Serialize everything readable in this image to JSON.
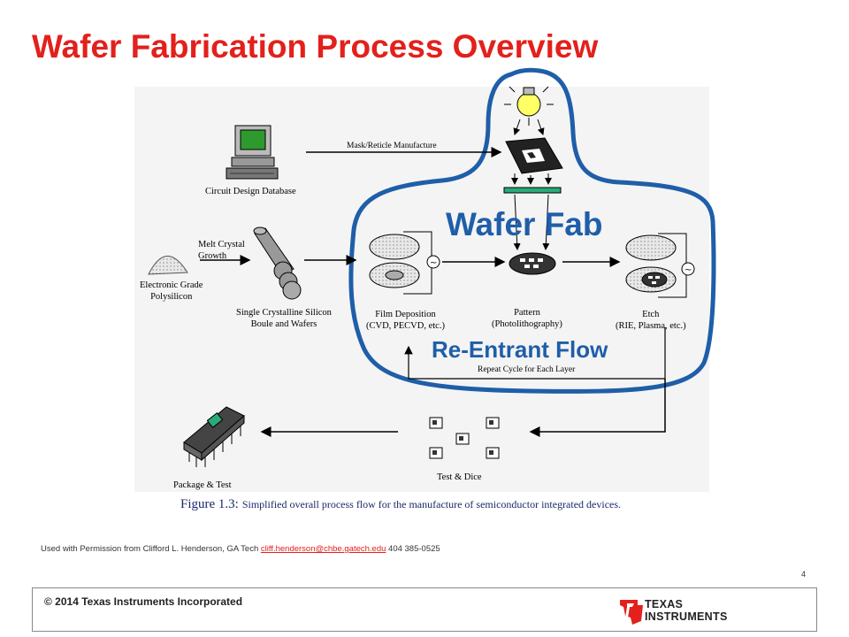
{
  "slide": {
    "title": "Wafer Fabrication Process Overview",
    "page_number": "4"
  },
  "diagram": {
    "labels": {
      "circuit_design_database": "Circuit Design Database",
      "mask_reticle_manufacture": "Mask/Reticle Manufacture",
      "melt_crystal_growth_1": "Melt Crystal",
      "melt_crystal_growth_2": "Growth",
      "polysilicon_1": "Electronic Grade",
      "polysilicon_2": "Polysilicon",
      "boule_1": "Single Crystalline Silicon",
      "boule_2": "Boule and Wafers",
      "film_deposition_1": "Film Deposition",
      "film_deposition_2": "(CVD, PECVD, etc.)",
      "pattern_1": "Pattern",
      "pattern_2": "(Photolithography)",
      "etch_1": "Etch",
      "etch_2": "(RIE, Plasma, etc.)",
      "repeat_cycle": "Repeat Cycle for Each Layer",
      "test_dice": "Test & Dice",
      "package_test": "Package & Test"
    },
    "callouts": {
      "wafer_fab": "Wafer Fab",
      "re_entrant_flow": "Re-Entrant Flow"
    },
    "caption": {
      "figure": "Figure 1.3:",
      "text": "Simplified overall process flow for the manufacture of semiconductor integrated devices."
    }
  },
  "permission": {
    "text": "Used with Permission from Clifford L. Henderson, GA Tech",
    "email": "cliff.henderson@chbe.gatech.edu",
    "phone": "404 385-0525"
  },
  "footer": {
    "copyright": "© 2014 Texas Instruments Incorporated",
    "logo_line1": "Texas",
    "logo_line2": "Instruments"
  },
  "colors": {
    "title": "#e3201b",
    "callout": "#1f5ea8",
    "logo_red": "#e3201b"
  }
}
